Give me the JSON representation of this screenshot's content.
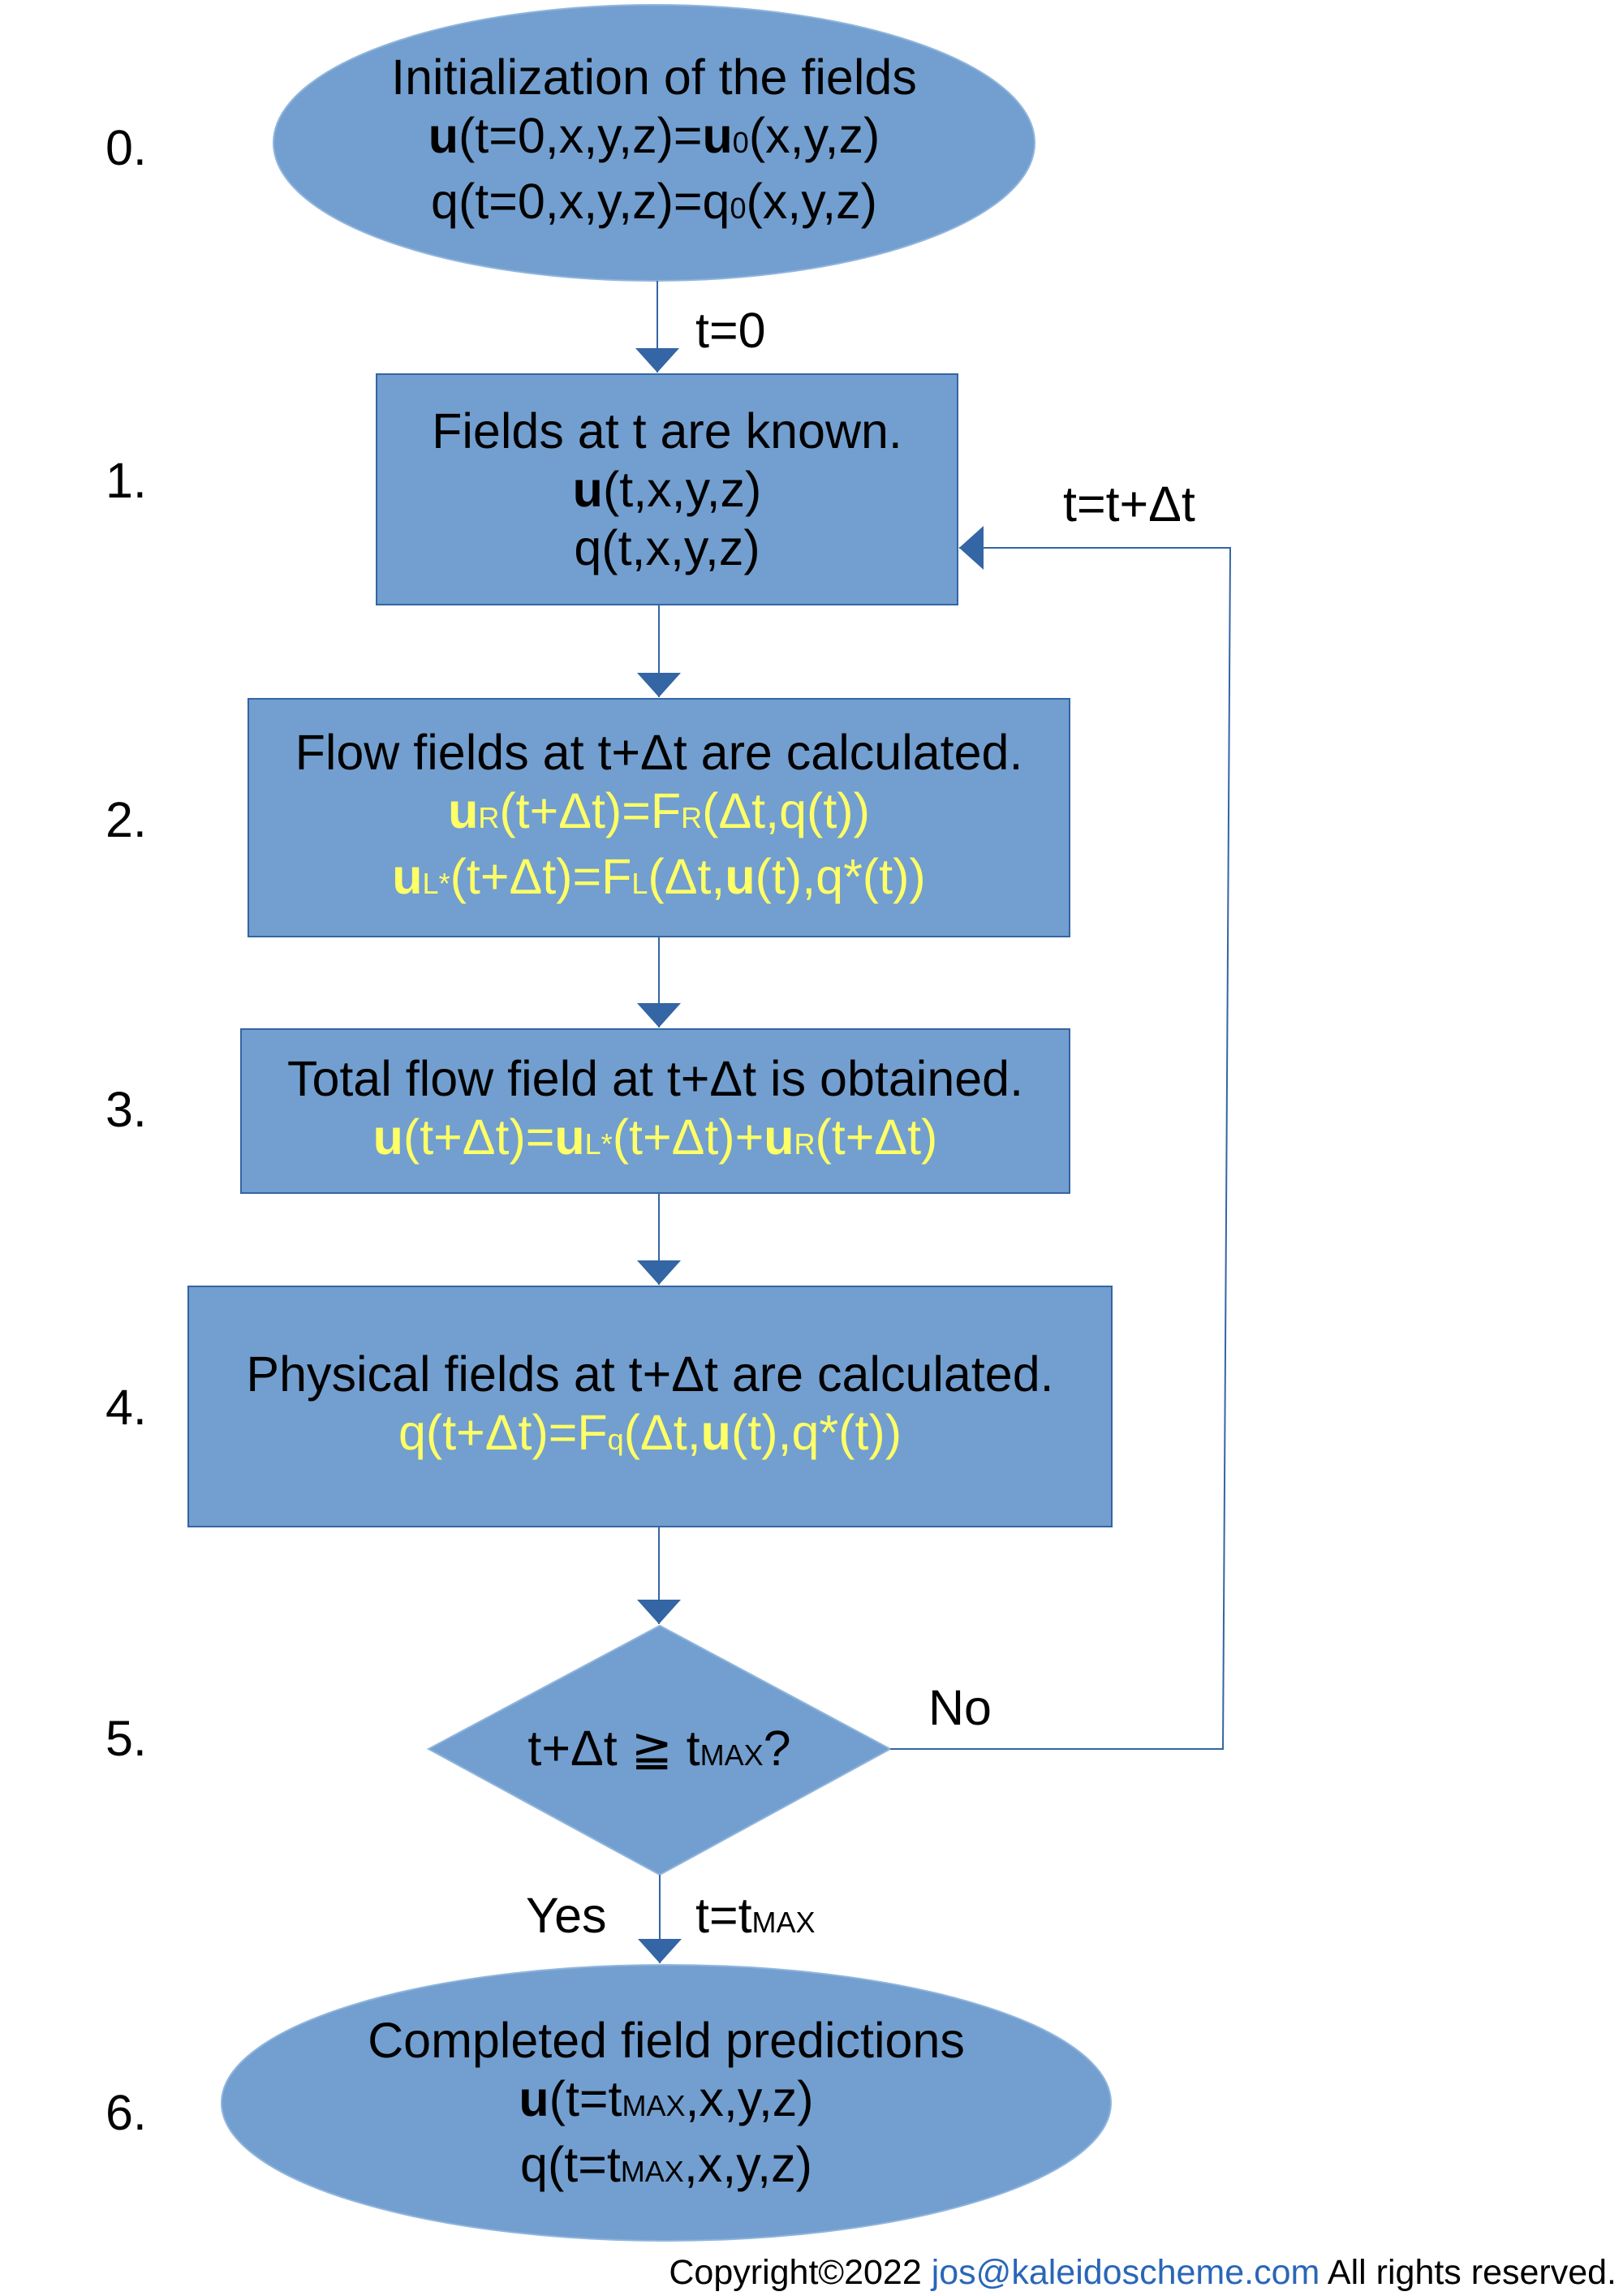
{
  "colors": {
    "fill": "#729fcf",
    "stroke": "#3465a4",
    "highlight": "#ffff66",
    "link": "#2a66b8"
  },
  "steps": [
    "0.",
    "1.",
    "2.",
    "3.",
    "4.",
    "5.",
    "6."
  ],
  "nodes": {
    "init": {
      "title": "Initialization of the fields",
      "u_bold": "u",
      "u_rest1": "(t=0,x,y,z)=",
      "u_bold2": "u",
      "u_sub": "0",
      "u_rest2": "(x,y,z)",
      "q_rest1": "q(t=0,x,y,z)=q",
      "q_sub": "0",
      "q_rest2": "(x,y,z)"
    },
    "known": {
      "title": "Fields at t are known.",
      "u_bold": "u",
      "u_rest": "(t,x,y,z)",
      "q": "q(t,x,y,z)"
    },
    "flow": {
      "title": "Flow fields at t+Δt are calculated.",
      "r_bold": "u",
      "r_sub": "R",
      "r_mid": "(t+Δt)=F",
      "r_sub2": "R",
      "r_end": "(Δt,q(t))",
      "l_bold": "u",
      "l_sub": "L*",
      "l_mid": "(t+Δt)=F",
      "l_sub2": "L",
      "l_mid2": "(Δt,",
      "l_bold2": "u",
      "l_end": "(t),q*(t))"
    },
    "total": {
      "title": "Total flow field at t+Δt is obtained.",
      "bold1": "u",
      "mid1": "(t+Δt)=",
      "bold2": "u",
      "sub1": "L*",
      "mid2": "(t+Δt)+",
      "bold3": "u",
      "sub2": "R",
      "end": "(t+Δt)"
    },
    "physical": {
      "title": "Physical fields at t+Δt are calculated.",
      "start": "q(t+Δt)=F",
      "sub": "q",
      "mid": "(Δt,",
      "bold": "u",
      "end": "(t),q*(t))"
    },
    "decision": {
      "start": "t+Δt ≧ t",
      "sub": "MAX",
      "end": "?"
    },
    "complete": {
      "title": "Completed field predictions",
      "u_bold": "u",
      "u_start": "(t=t",
      "u_sub": "MAX",
      "u_end": ",x,y,z)",
      "q_start": "q(t=t",
      "q_sub": "MAX",
      "q_end": ",x,y,z)"
    }
  },
  "labels": {
    "t0": "t=0",
    "loop": "t=t+Δt",
    "no": "No",
    "yes": "Yes",
    "tmax_start": "t=t",
    "tmax_sub": "MAX"
  },
  "footer": {
    "prefix": "Copyright©2022 ",
    "email": "jos@kaleidoscheme.com",
    "suffix": " All rights reserved."
  }
}
